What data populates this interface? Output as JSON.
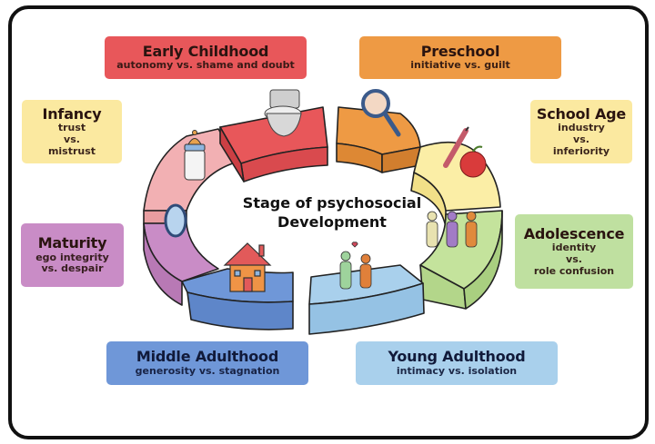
{
  "title": "Stage of psychosocial Development",
  "center": {
    "line1": "Stage of psychosocial",
    "line2": "Development"
  },
  "stages": {
    "early_childhood": {
      "name": "Early Childhood",
      "conflict": "autonomy vs. shame and doubt",
      "color": "#e8575a",
      "icon": "toilet-icon"
    },
    "preschool": {
      "name": "Preschool",
      "conflict": "initiative vs. guilt",
      "color": "#ee9a44",
      "icon": "magnifying-glass-icon"
    },
    "infancy": {
      "name": "Infancy",
      "conflict_l1": "trust",
      "conflict_l2": "vs.",
      "conflict_l3": "mistrust",
      "color": "#fbe9a0",
      "icon": "baby-bottle-icon"
    },
    "school_age": {
      "name": "School Age",
      "conflict_l1": "industry",
      "conflict_l2": "vs.",
      "conflict_l3": "inferiority",
      "color": "#fbe9a0",
      "icon": "apple-pencil-icon"
    },
    "maturity": {
      "name": "Maturity",
      "conflict_l1": "ego integrity",
      "conflict_l2": "vs. despair",
      "color": "#c98cc6",
      "icon": "mirror-icon"
    },
    "adolescence": {
      "name": "Adolescence",
      "conflict_l1": "identity",
      "conflict_l2": "vs.",
      "conflict_l3": "role confusion",
      "color": "#bfe0a0",
      "icon": "people-group-icon"
    },
    "middle_adulthood": {
      "name": "Middle Adulthood",
      "conflict": "generosity vs. stagnation",
      "color": "#6f97d8",
      "icon": "house-icon"
    },
    "young_adulthood": {
      "name": "Young Adulthood",
      "conflict": "intimacy vs. isolation",
      "color": "#a9d0ec",
      "icon": "couple-icon"
    }
  },
  "wheel_colors": {
    "infancy": "#f2b0b3",
    "early_childhood": "#e8575a",
    "preschool": "#ee9a44",
    "school_age": "#fbeea6",
    "adolescence": "#c4e39c",
    "young_adulthood": "#a9d0ec",
    "middle_adulthood": "#6f97d8",
    "maturity": "#c98cc6"
  }
}
